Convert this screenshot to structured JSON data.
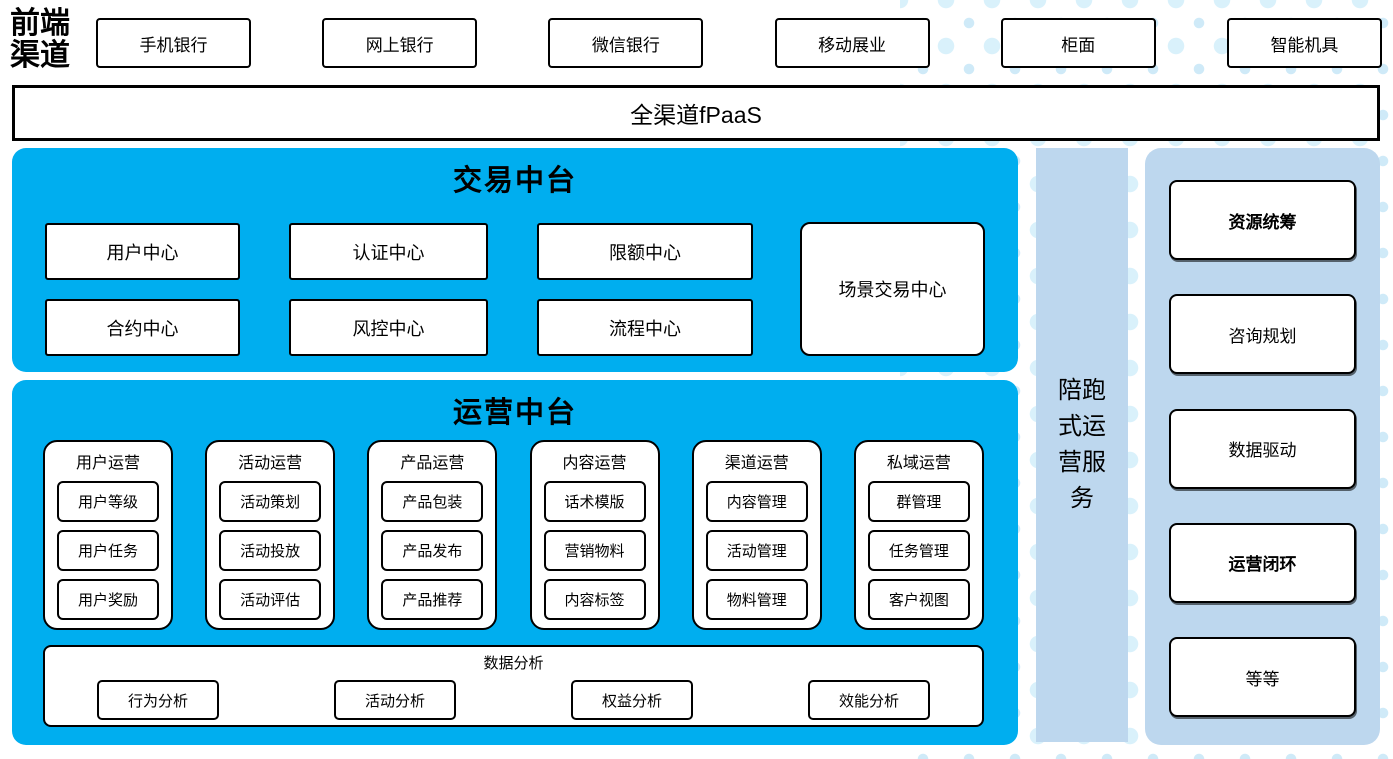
{
  "front_channels": {
    "label": "前端渠道",
    "items": [
      "手机银行",
      "网上银行",
      "微信银行",
      "移动展业",
      "柜面",
      "智能机具"
    ]
  },
  "fpaas": {
    "label": "全渠道fPaaS"
  },
  "transaction_platform": {
    "title": "交易中台",
    "centers": [
      "用户中心",
      "认证中心",
      "限额中心",
      "合约中心",
      "风控中心",
      "流程中心"
    ],
    "scene_center": "场景交易中心"
  },
  "operation_platform": {
    "title": "运营中台",
    "groups": [
      {
        "title": "用户运营",
        "items": [
          "用户等级",
          "用户任务",
          "用户奖励"
        ]
      },
      {
        "title": "活动运营",
        "items": [
          "活动策划",
          "活动投放",
          "活动评估"
        ]
      },
      {
        "title": "产品运营",
        "items": [
          "产品包装",
          "产品发布",
          "产品推荐"
        ]
      },
      {
        "title": "内容运营",
        "items": [
          "话术模版",
          "营销物料",
          "内容标签"
        ]
      },
      {
        "title": "渠道运营",
        "items": [
          "内容管理",
          "活动管理",
          "物料管理"
        ]
      },
      {
        "title": "私域运营",
        "items": [
          "群管理",
          "任务管理",
          "客户视图"
        ]
      }
    ],
    "data_analysis": {
      "title": "数据分析",
      "items": [
        "行为分析",
        "活动分析",
        "权益分析",
        "效能分析"
      ]
    }
  },
  "side_bar": {
    "label": "陪跑式运营服务"
  },
  "right_panel": {
    "items": [
      "资源统筹",
      "咨询规划",
      "数据驱动",
      "运营闭环",
      "等等"
    ]
  },
  "colors": {
    "bright_blue": "#00aeef",
    "light_blue": "#bdd7ee",
    "dot_blue": "#d9f1fb",
    "border": "#000000"
  }
}
